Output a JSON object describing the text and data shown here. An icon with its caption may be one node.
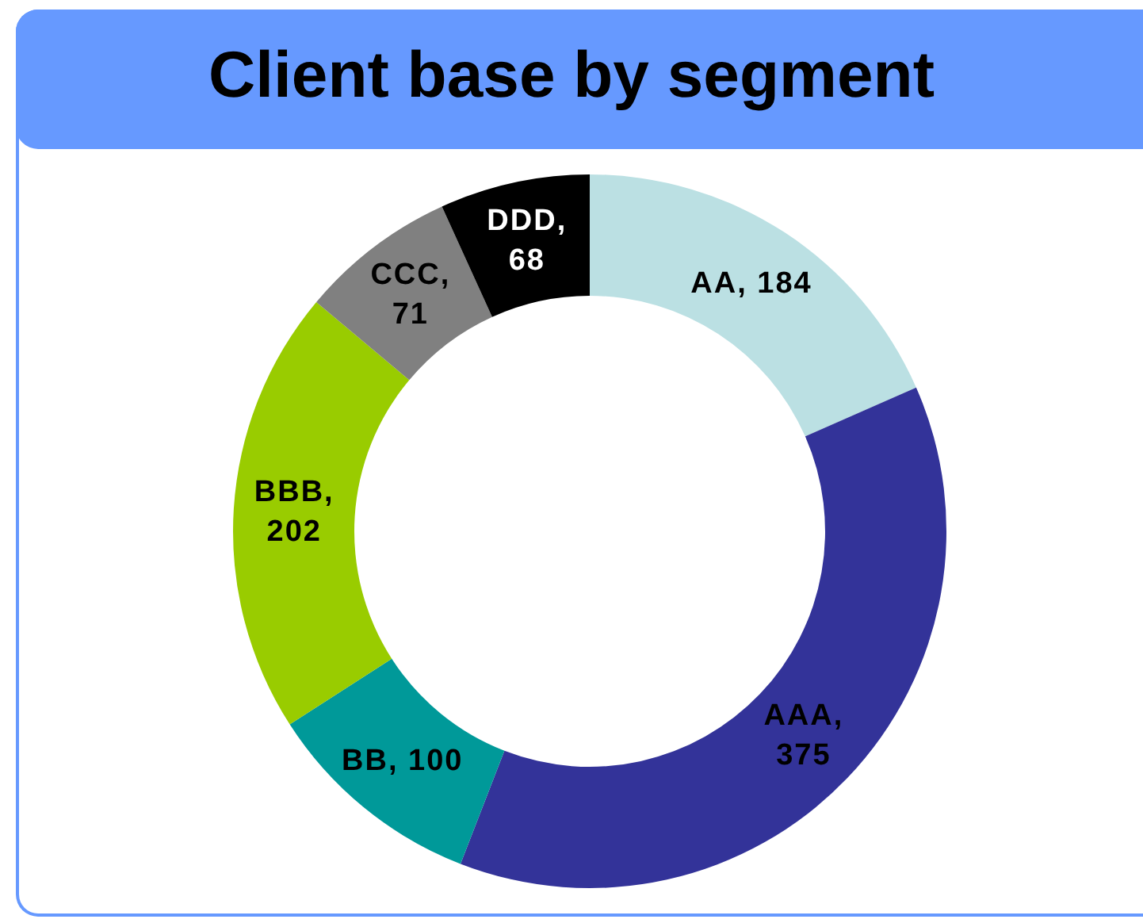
{
  "diagram": {
    "title": "Client base by segment",
    "chart_data": {
      "type": "donut",
      "values": [
        184,
        375,
        100,
        202,
        71,
        68
      ],
      "value_labels": [
        "AA, 184",
        "AAA, 375",
        "BB, 100",
        "BBB, 202",
        "CCC, 71",
        "DDD, 68"
      ]
    }
  }
}
